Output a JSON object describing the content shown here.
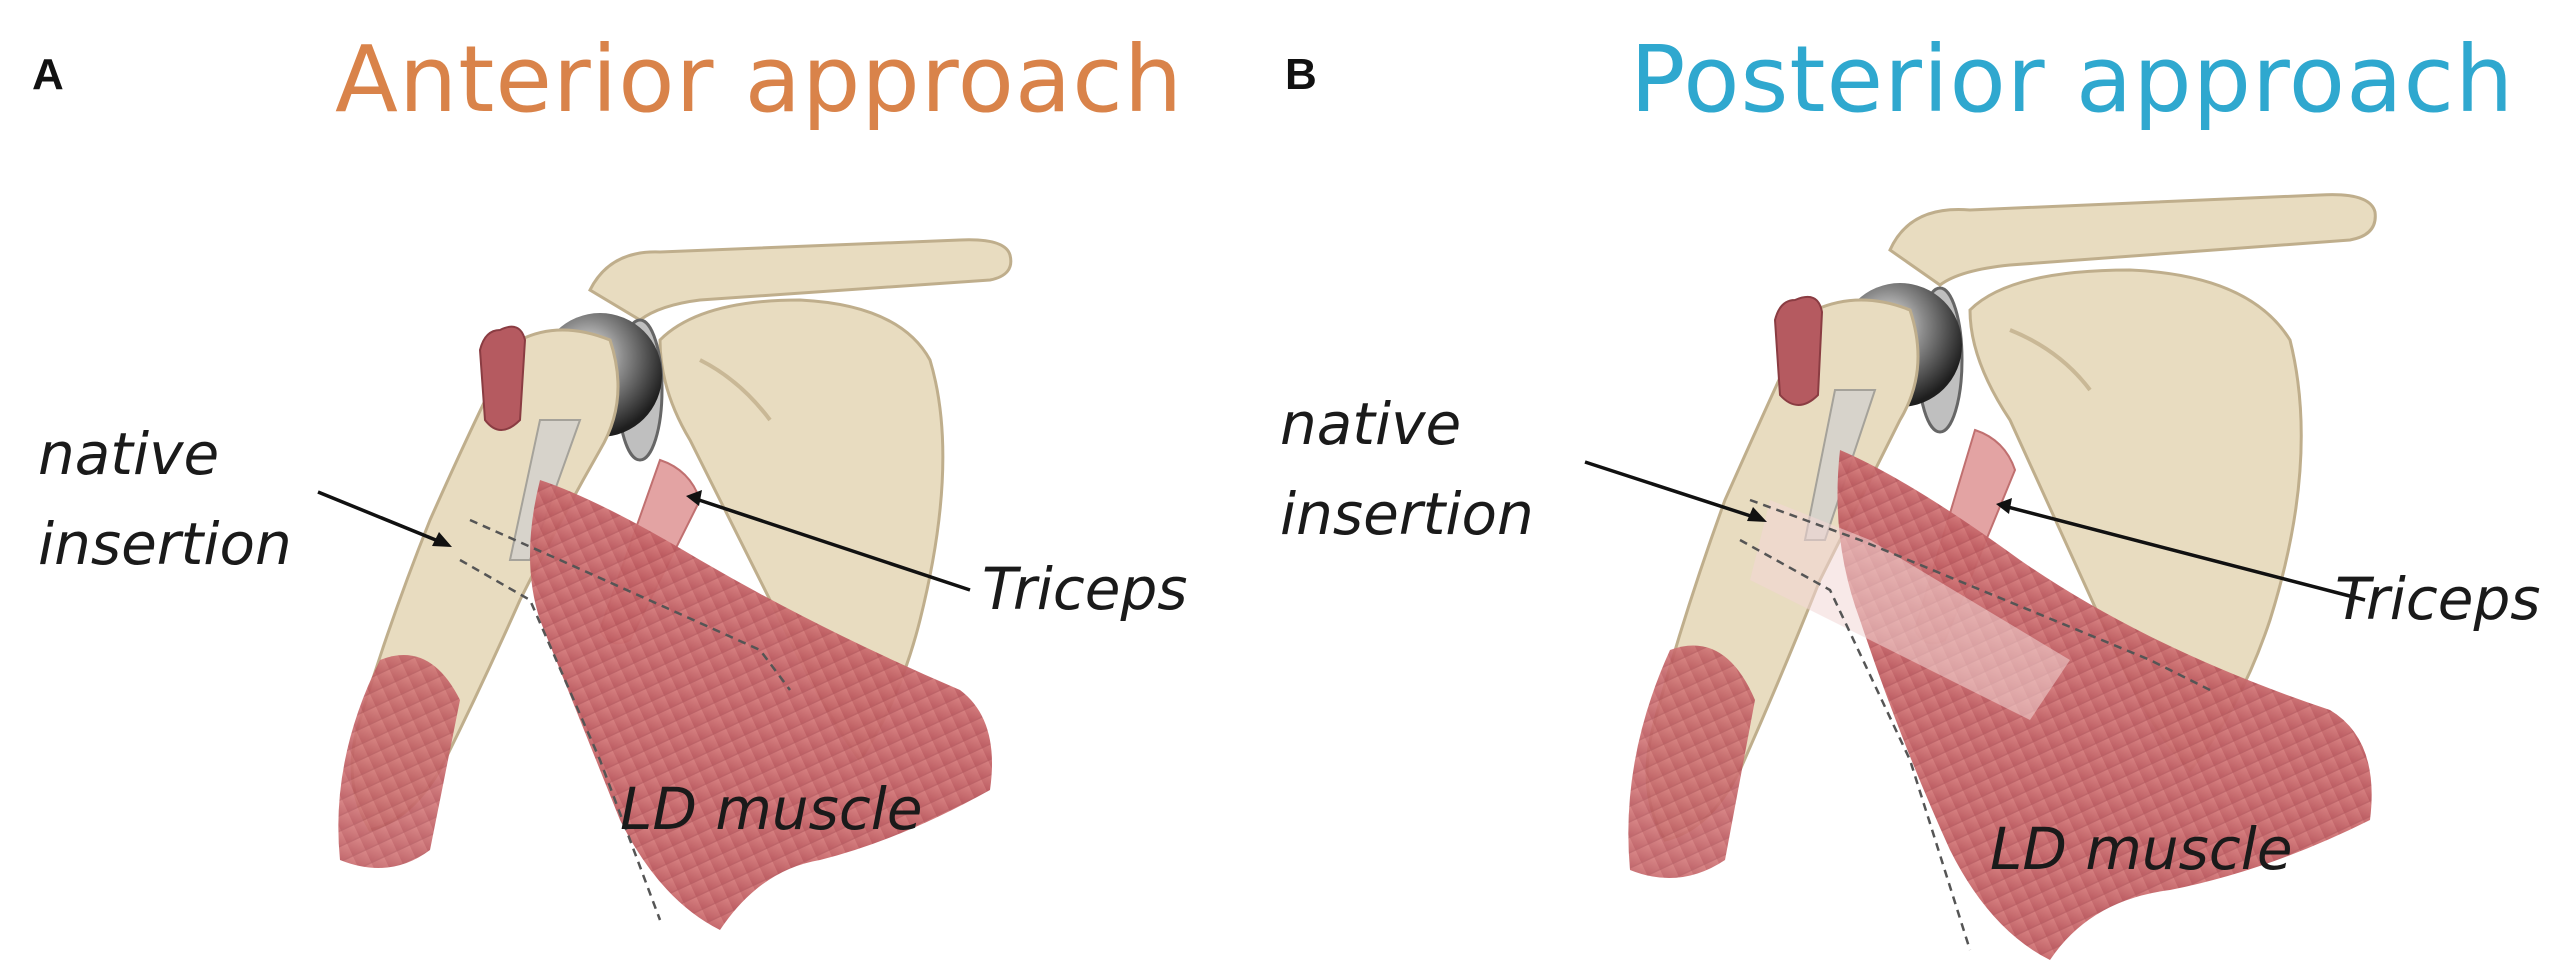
{
  "panels": [
    {
      "letter": "A",
      "title": "Anterior approach",
      "title_color": "#d9834a",
      "labels": {
        "native_line1": "native",
        "native_line2": "insertion",
        "triceps": "Triceps",
        "ld": "LD muscle"
      }
    },
    {
      "letter": "B",
      "title": "Posterior approach",
      "title_color": "#2fa8cf",
      "labels": {
        "native_line1": "native",
        "native_line2": "insertion",
        "triceps": "Triceps",
        "ld": "LD muscle"
      }
    }
  ],
  "colors": {
    "bone": "#e8dcc0",
    "bone_shadow": "#c9b896",
    "muscle": "#c9666a",
    "muscle_light": "#e3a3a3",
    "prosthesis": "#7a7a7a"
  }
}
